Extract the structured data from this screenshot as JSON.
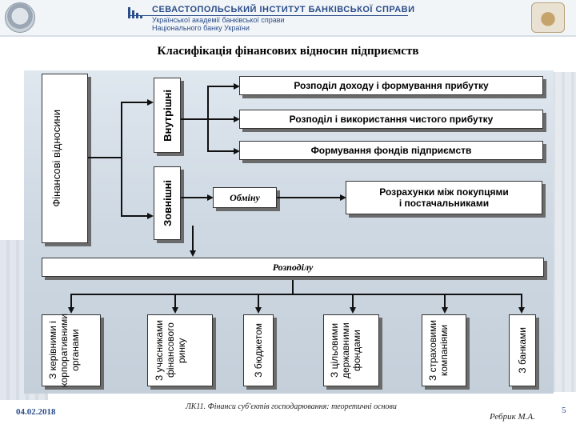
{
  "header": {
    "institute_title": "СЕВАСТОПОЛЬСЬКИЙ ІНСТИТУТ БАНКІВСЬКОЇ СПРАВИ",
    "institute_sub1": "Української академії банківської справи",
    "institute_sub2": "Національного банку України"
  },
  "title": "Класифікація фінансових відносин підприємств",
  "diagram": {
    "root": "Фінансові відносини",
    "internal": "Внутрішні",
    "external": "Зовнішні",
    "internal_items": [
      "Розподіл доходу і формування прибутку",
      "Розподіл і використання чистого прибутку",
      "Формування фондів підприємств"
    ],
    "exchange": "Обміну",
    "exchange_target_line1": "Розрахунки між покупцями",
    "exchange_target_line2": "і постачальниками",
    "distribution": "Розподілу",
    "distribution_items": [
      "З керівними і корпоративними органами",
      "З учасниками фінансового ринку",
      "З бюджетом",
      "З цільовими державними фондами",
      "З страховими компаніями",
      "З банками"
    ]
  },
  "footer": {
    "date": "04.02.2018",
    "lecture": "ЛК11. Фінанси суб'єктів господарювання: теоретичні основи",
    "author": "Ребрик М.А.",
    "page": "5"
  }
}
